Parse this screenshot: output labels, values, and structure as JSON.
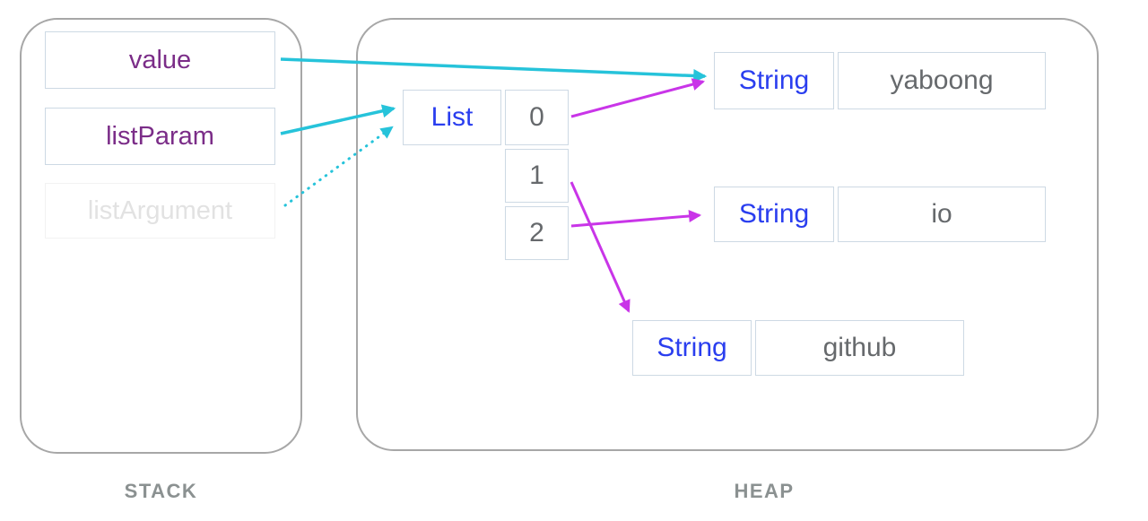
{
  "diagram": {
    "title": "stack and heap memory diagram",
    "stack": {
      "label": "STACK",
      "variables": [
        {
          "name": "value",
          "state": "active"
        },
        {
          "name": "listParam",
          "state": "active"
        },
        {
          "name": "listArgument",
          "state": "faded"
        }
      ]
    },
    "heap": {
      "label": "HEAP",
      "list_object": {
        "type_label": "List",
        "indices": [
          "0",
          "1",
          "2"
        ]
      },
      "string_objects": [
        {
          "type_label": "String",
          "value": "yaboong"
        },
        {
          "type_label": "String",
          "value": "io"
        },
        {
          "type_label": "String",
          "value": "github"
        }
      ]
    },
    "references": [
      {
        "from": "value",
        "to": "String \"yaboong\"",
        "style": "solid",
        "color_role": "stack-reference"
      },
      {
        "from": "listParam",
        "to": "List",
        "style": "solid",
        "color_role": "stack-reference"
      },
      {
        "from": "listArgument",
        "to": "List",
        "style": "dotted",
        "color_role": "stack-reference"
      },
      {
        "from": "List[0]",
        "to": "String \"yaboong\"",
        "style": "solid",
        "color_role": "heap-reference"
      },
      {
        "from": "List[1]",
        "to": "String \"github\"",
        "style": "solid",
        "color_role": "heap-reference"
      },
      {
        "from": "List[2]",
        "to": "String \"io\"",
        "style": "solid",
        "color_role": "heap-reference"
      }
    ],
    "colors": {
      "reference": "#26c3da",
      "heap_reference": "#c935e8",
      "variable_text": "#7b2d88",
      "type_text": "#2a3eef",
      "value_text": "#66696c",
      "label_text": "#8b9191",
      "faded_text": "#e2e2e2"
    }
  }
}
